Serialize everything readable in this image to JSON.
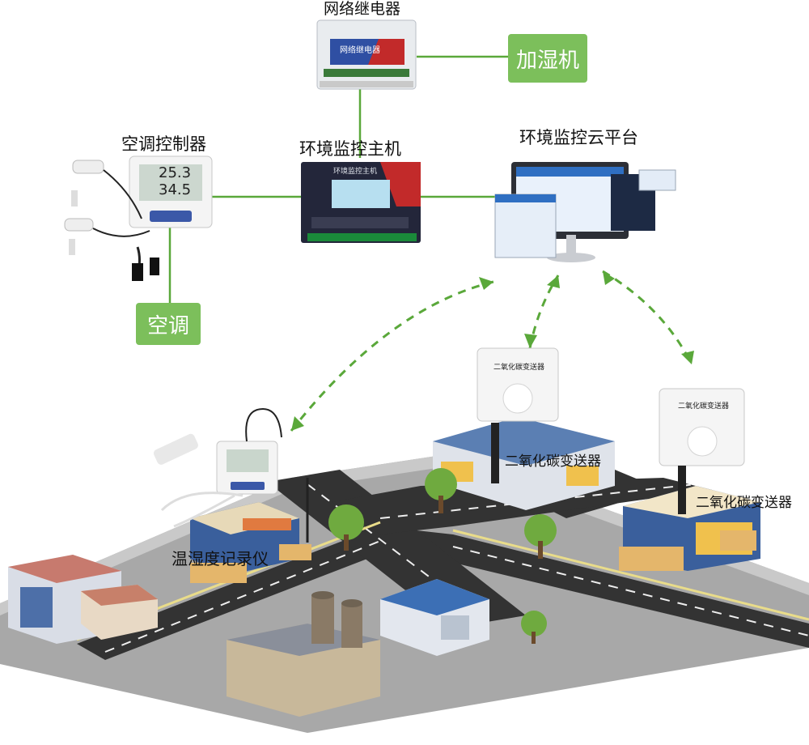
{
  "colors": {
    "accent_green": "#7cbf5b",
    "link_green": "#5aa83a",
    "road": "#2b2b2b",
    "ground": "#b9b9b9",
    "lane": "#f0e6a0"
  },
  "labels": {
    "network_relay": "网络继电器",
    "humidifier": "加湿机",
    "ac_controller": "空调控制器",
    "env_host": "环境监控主机",
    "cloud_platform": "环境监控云平台",
    "air_conditioner": "空调",
    "co2_transmitter_1": "二氧化碳变送器",
    "co2_transmitter_2": "二氧化碳变送器",
    "th_recorder": "温湿度记录仪"
  },
  "device_text": {
    "relay_face": "网络继电器",
    "host_face": "环境监控主机",
    "co2_face_1": "二氧化碳变送器",
    "co2_face_2": "二氧化碳变送器",
    "ac_temp": "25.3",
    "ac_hum": "34.5"
  }
}
